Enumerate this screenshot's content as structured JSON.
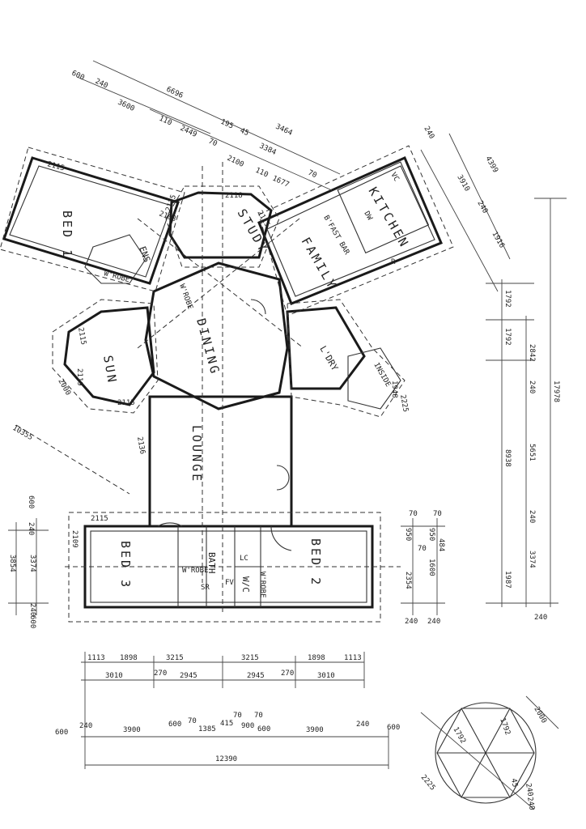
{
  "rooms": {
    "bed1": "BED 1",
    "study": "STUDY",
    "family": "FAMILY",
    "kitchen": "KITCHEN",
    "bfast_bar": "B'FAST BAR",
    "dining": "DINING",
    "sun": "SUN",
    "lounge": "LOUNGE",
    "laundry": "L'DRY",
    "inside": "INSIDE",
    "bed3": "BED 3",
    "bed2": "BED 2",
    "bath": "BATH",
    "wc": "W/C",
    "wrobe_a": "W'ROBE",
    "wrobe_b": "W'ROBE",
    "wrobe_c": "W'ROBE",
    "wrobe_d": "W'ROBE",
    "ens": "ENS",
    "lc": "LC",
    "fv": "FV",
    "vc": "VC",
    "sr": "SR",
    "dw": "DW",
    "r": "R"
  },
  "dims": {
    "top_600": "600",
    "top_240": "240",
    "top_6696": "6696",
    "top_3600": "3600",
    "top_110": "110",
    "top_2449": "2449",
    "top_70": "70",
    "top_195": "195",
    "top_45": "45",
    "top_3464": "3464",
    "top_3384": "3384",
    "top_2100": "2100",
    "top_110b": "110",
    "top_1677": "1677",
    "top_70b": "70",
    "w_2118": "2118",
    "w_2115a": "2115",
    "w_2108": "2108",
    "w_2115b": "2115",
    "w_2115c": "2115",
    "w_2115d": "2115",
    "w_2119": "2119",
    "w_2136": "2136",
    "w_2115e": "2115",
    "w_2115f": "2115",
    "w_2109": "2109",
    "r_240": "240",
    "r_4399": "4399",
    "r_3910": "3910",
    "r_240b": "240",
    "r_1916": "1916",
    "r_1792a": "1792",
    "r_1792b": "1792",
    "r_2842": "2842",
    "r_240c": "240",
    "r_17978": "17978",
    "r_5651": "5651",
    "r_8938": "8938",
    "r_240d": "240",
    "r_3374": "3374",
    "r_1987": "1987",
    "r_240e": "240",
    "r_1948": "1948",
    "r_2225": "2225",
    "r_2000": "2000",
    "r_10355": "10355",
    "m_70": "70",
    "m_950": "950",
    "m_70b": "70",
    "m_484": "484",
    "m_1600": "1600",
    "m_2354": "2354",
    "m_240": "240",
    "m_240b": "240",
    "m_70c": "70",
    "m_950b": "950",
    "l_600": "600",
    "l_240": "240",
    "l_3854": "3854",
    "l_3374": "3374",
    "l_240b": "240",
    "l_600b": "600",
    "b1_1113": "1113",
    "b1_1898": "1898",
    "b1_3215": "3215",
    "b1_3215b": "3215",
    "b1_1898b": "1898",
    "b1_1113b": "1113",
    "b2_3010": "3010",
    "b2_270": "270",
    "b2_2945": "2945",
    "b2_2945b": "2945",
    "b2_270b": "270",
    "b2_3010b": "3010",
    "b3_70": "70",
    "b3_70b": "70",
    "b3_600": "600",
    "b3_240": "240",
    "b3_3900": "3900",
    "b3_600b": "600",
    "b3_70c": "70",
    "b3_1385": "1385",
    "b3_415": "415",
    "b3_900": "900",
    "b3_600c": "600",
    "b3_3900b": "3900",
    "b3_240b": "240",
    "b3_600d": "600",
    "b3_12390": "12390",
    "h_2000": "2000",
    "h_1792": "1792",
    "h_1792b": "1792",
    "h_2225": "2225",
    "h_45": "45",
    "h_240": "240",
    "h_240b": "240"
  }
}
